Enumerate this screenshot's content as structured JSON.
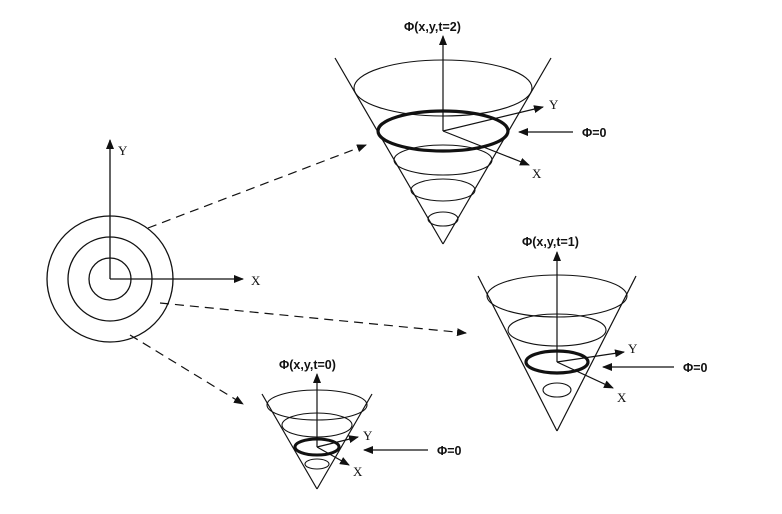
{
  "planar": {
    "y_label": "Y",
    "x_label": "X"
  },
  "cones": [
    {
      "phi_label": "Φ(x,y,t=2)",
      "y_label": "Y",
      "x_label": "X",
      "zero_label": "Φ=0"
    },
    {
      "phi_label": "Φ(x,y,t=1)",
      "y_label": "Y",
      "x_label": "X",
      "zero_label": "Φ=0"
    },
    {
      "phi_label": "Φ(x,y,t=0)",
      "y_label": "Y",
      "x_label": "X",
      "zero_label": "Φ=0"
    }
  ],
  "colors": {
    "ink": "#111111",
    "background": "#ffffff"
  }
}
